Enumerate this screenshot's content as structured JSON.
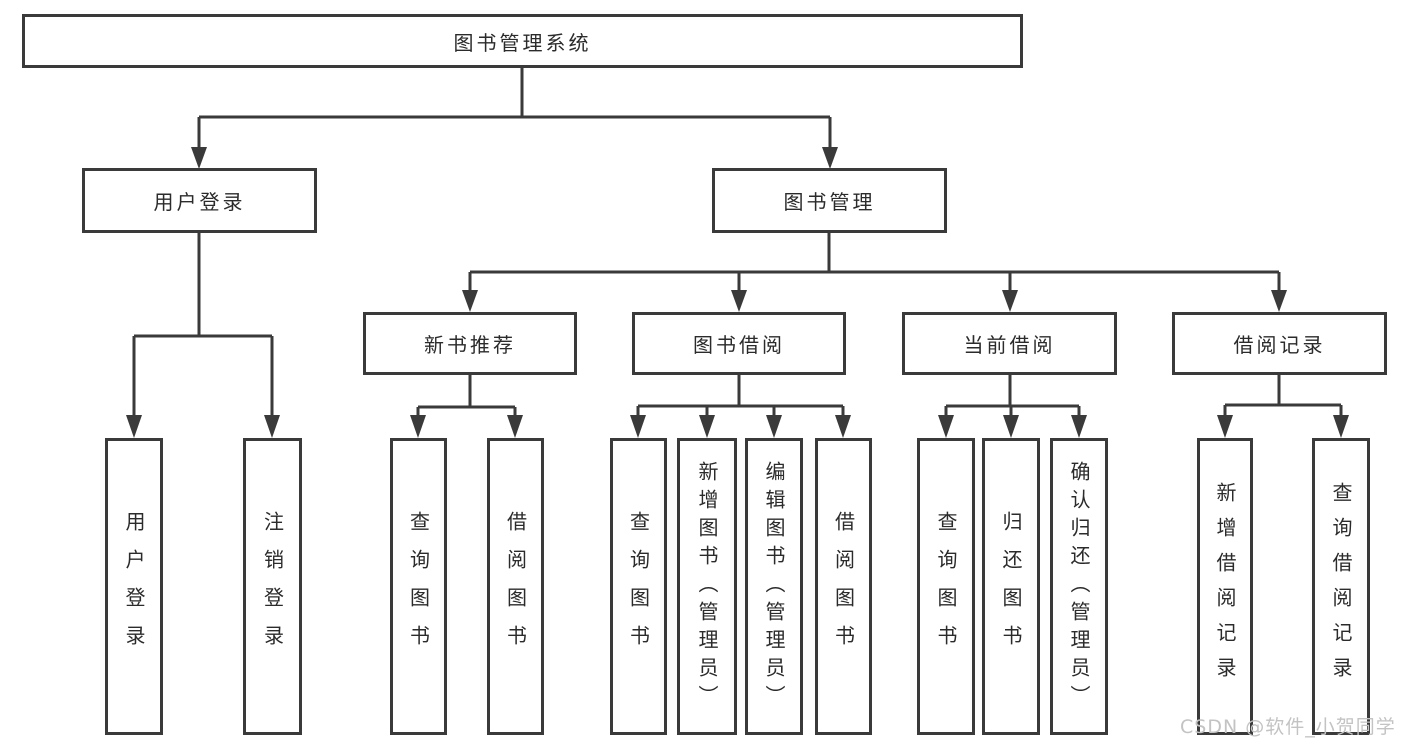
{
  "colors": {
    "line": "#3a3a3a",
    "text": "#2b2b2b",
    "background": "#ffffff",
    "watermark": "#c3c3c3"
  },
  "diagram": {
    "root": {
      "label": "图书管理系统"
    },
    "branches": [
      {
        "label": "用户登录",
        "children": [
          {
            "label": "用户登录"
          },
          {
            "label": "注销登录"
          }
        ]
      },
      {
        "label": "图书管理",
        "children": [
          {
            "label": "新书推荐",
            "children": [
              {
                "label": "查询图书"
              },
              {
                "label": "借阅图书"
              }
            ]
          },
          {
            "label": "图书借阅",
            "children": [
              {
                "label": "查询图书"
              },
              {
                "label": "新增图书（管理员）"
              },
              {
                "label": "编辑图书（管理员）"
              },
              {
                "label": "借阅图书"
              }
            ]
          },
          {
            "label": "当前借阅",
            "children": [
              {
                "label": "查询图书"
              },
              {
                "label": "归还图书"
              },
              {
                "label": "确认归还（管理员）"
              }
            ]
          },
          {
            "label": "借阅记录",
            "children": [
              {
                "label": "新增借阅记录"
              },
              {
                "label": "查询借阅记录"
              }
            ]
          }
        ]
      }
    ]
  },
  "watermark": {
    "text": "CSDN @软件_小贺同学"
  }
}
